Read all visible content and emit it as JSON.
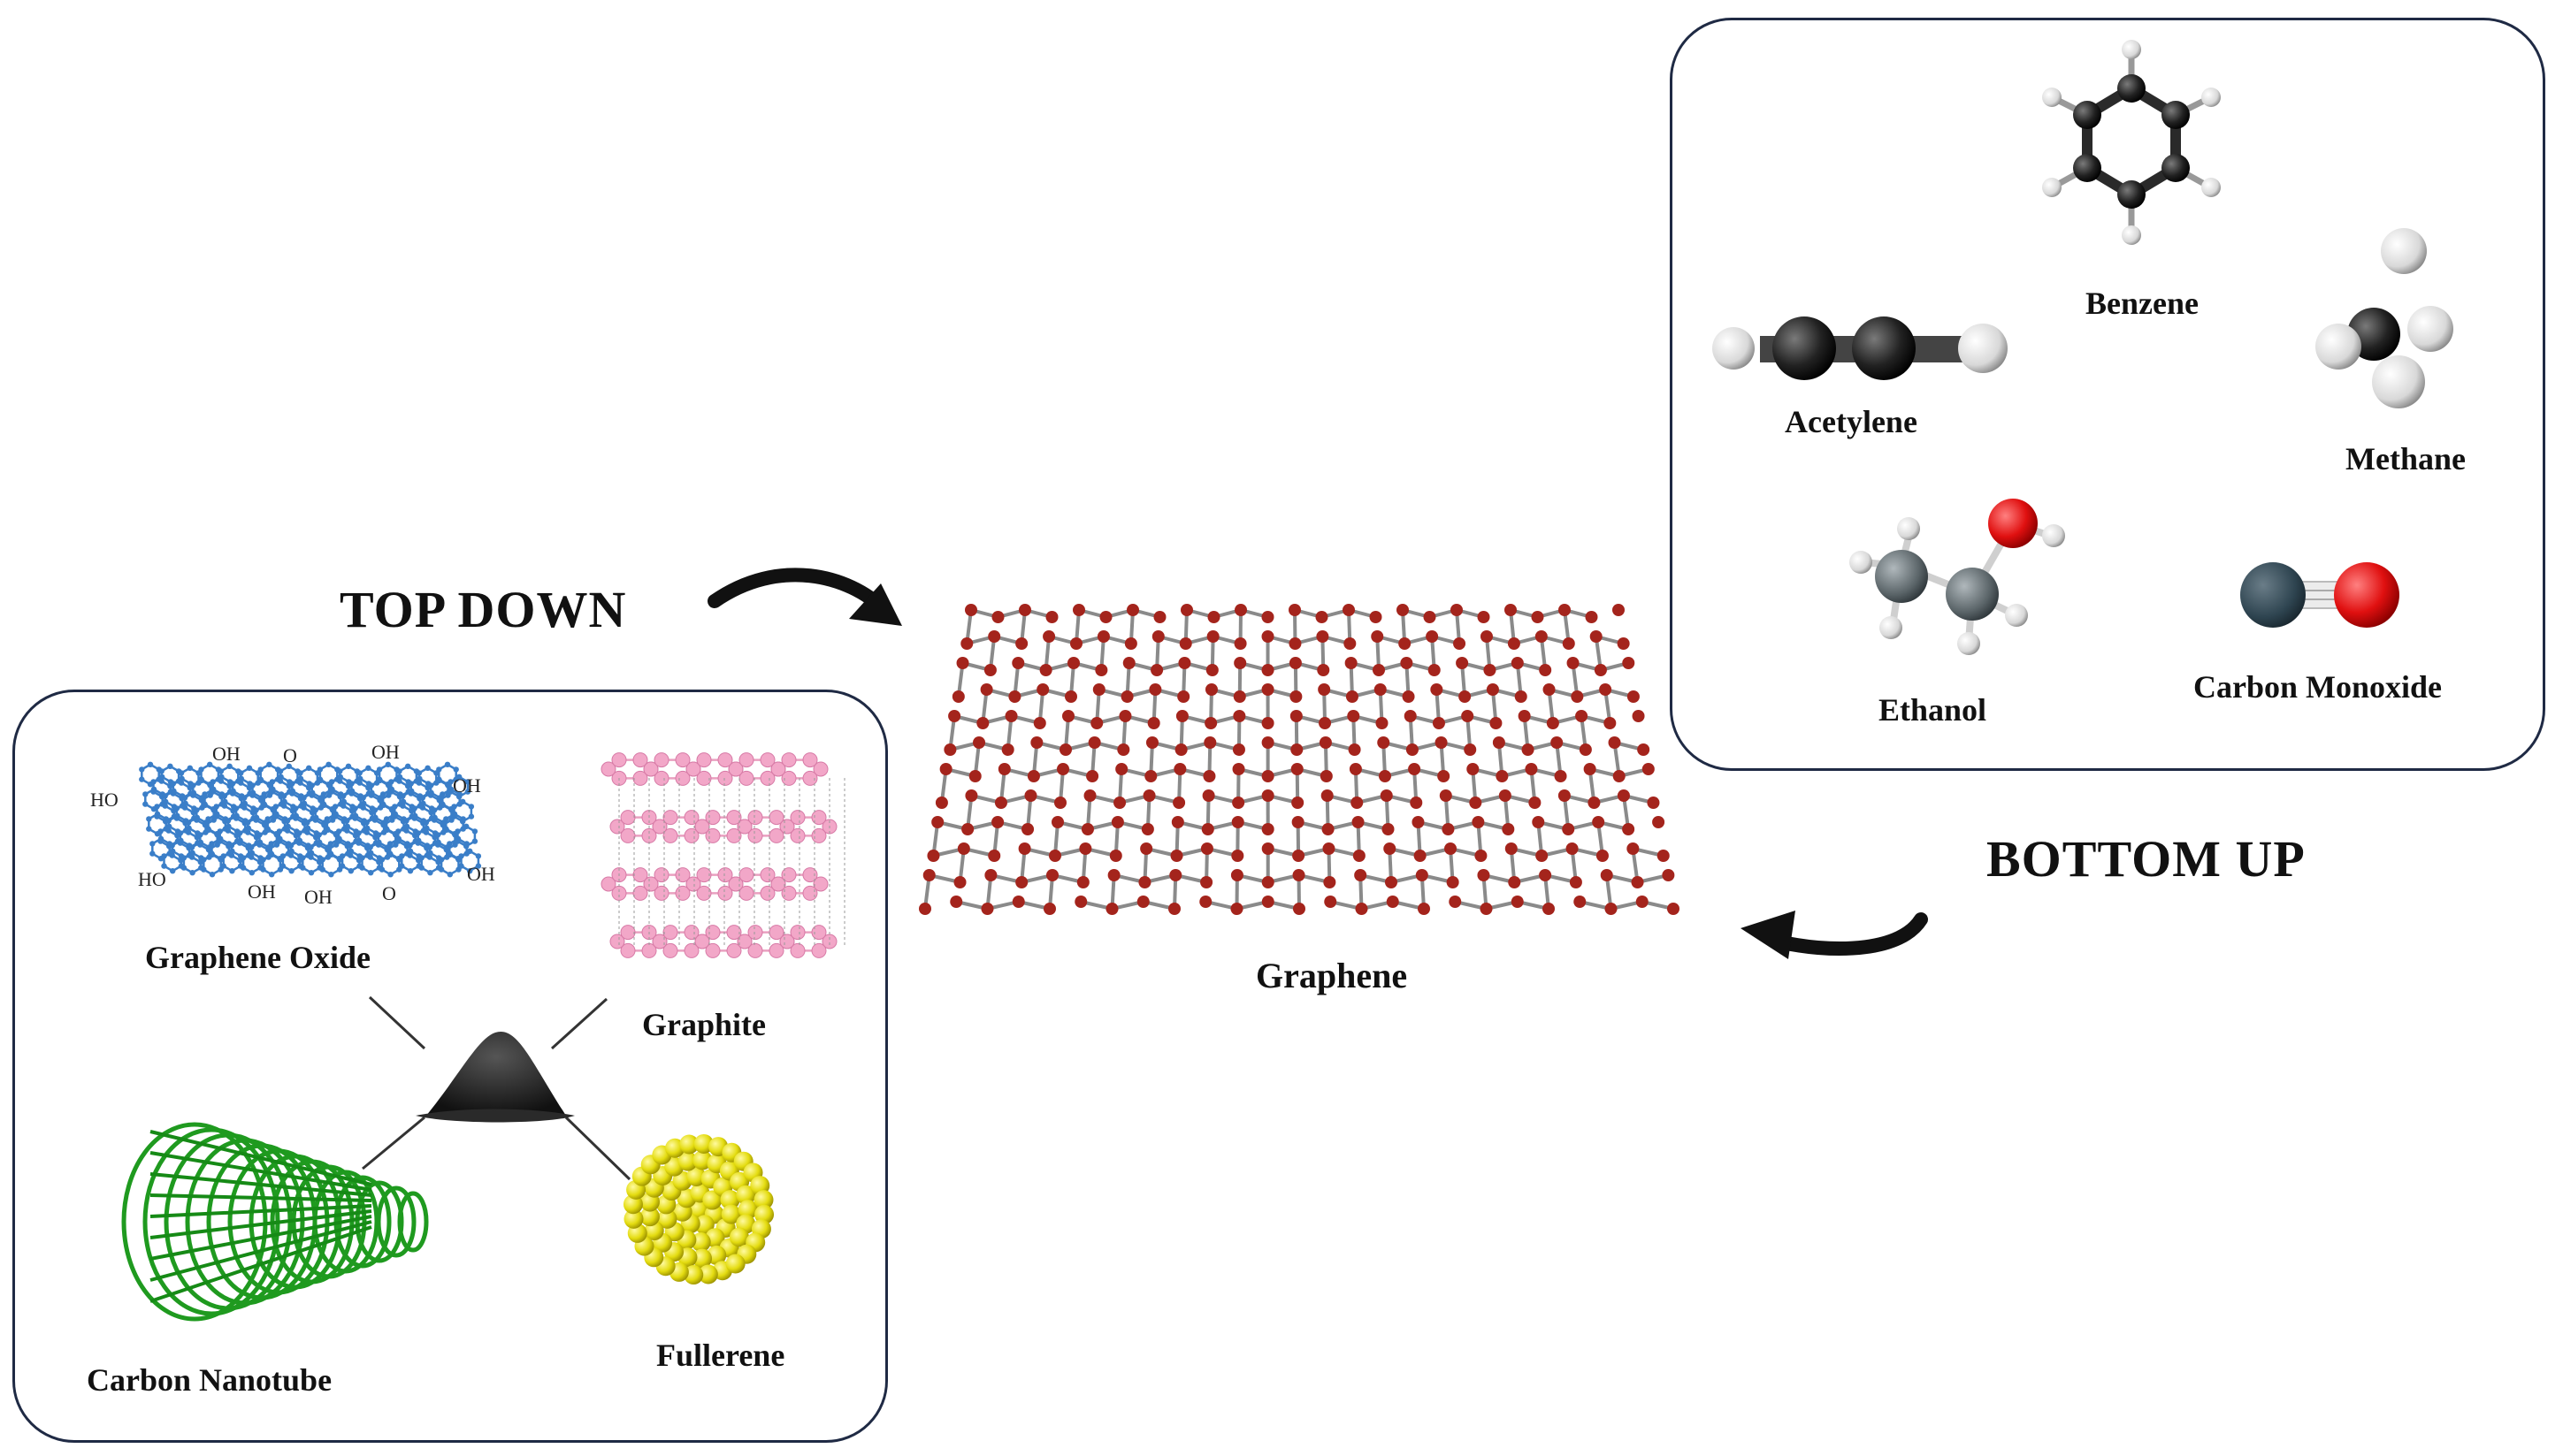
{
  "center": {
    "label": "Graphene"
  },
  "top_down": {
    "title": "TOP DOWN",
    "sources": {
      "graphene_oxide": "Graphene Oxide",
      "graphite": "Graphite",
      "carbon_nanotube": "Carbon Nanotube",
      "fullerene": "Fullerene"
    },
    "go_groups": [
      "HO",
      "OH",
      "O",
      "OH",
      "OH",
      "HO",
      "OH",
      "OH",
      "O",
      "OH"
    ]
  },
  "bottom_up": {
    "title": "BOTTOM UP",
    "precursors": {
      "benzene": "Benzene",
      "acetylene": "Acetylene",
      "methane": "Methane",
      "ethanol": "Ethanol",
      "carbon_monoxide": "Carbon Monoxide"
    }
  },
  "colors": {
    "frame": "#1f2a44",
    "graphene_atom": "#a4241c",
    "graphene_bond": "#8a8a8a",
    "graphite": "#f2a7c8",
    "oxide": "#3a7ec8",
    "nanotube": "#1f9a1f",
    "fullerene": "#e0dc10",
    "carbon_atom": "#2b2b2b",
    "oxygen_atom": "#e01818"
  }
}
